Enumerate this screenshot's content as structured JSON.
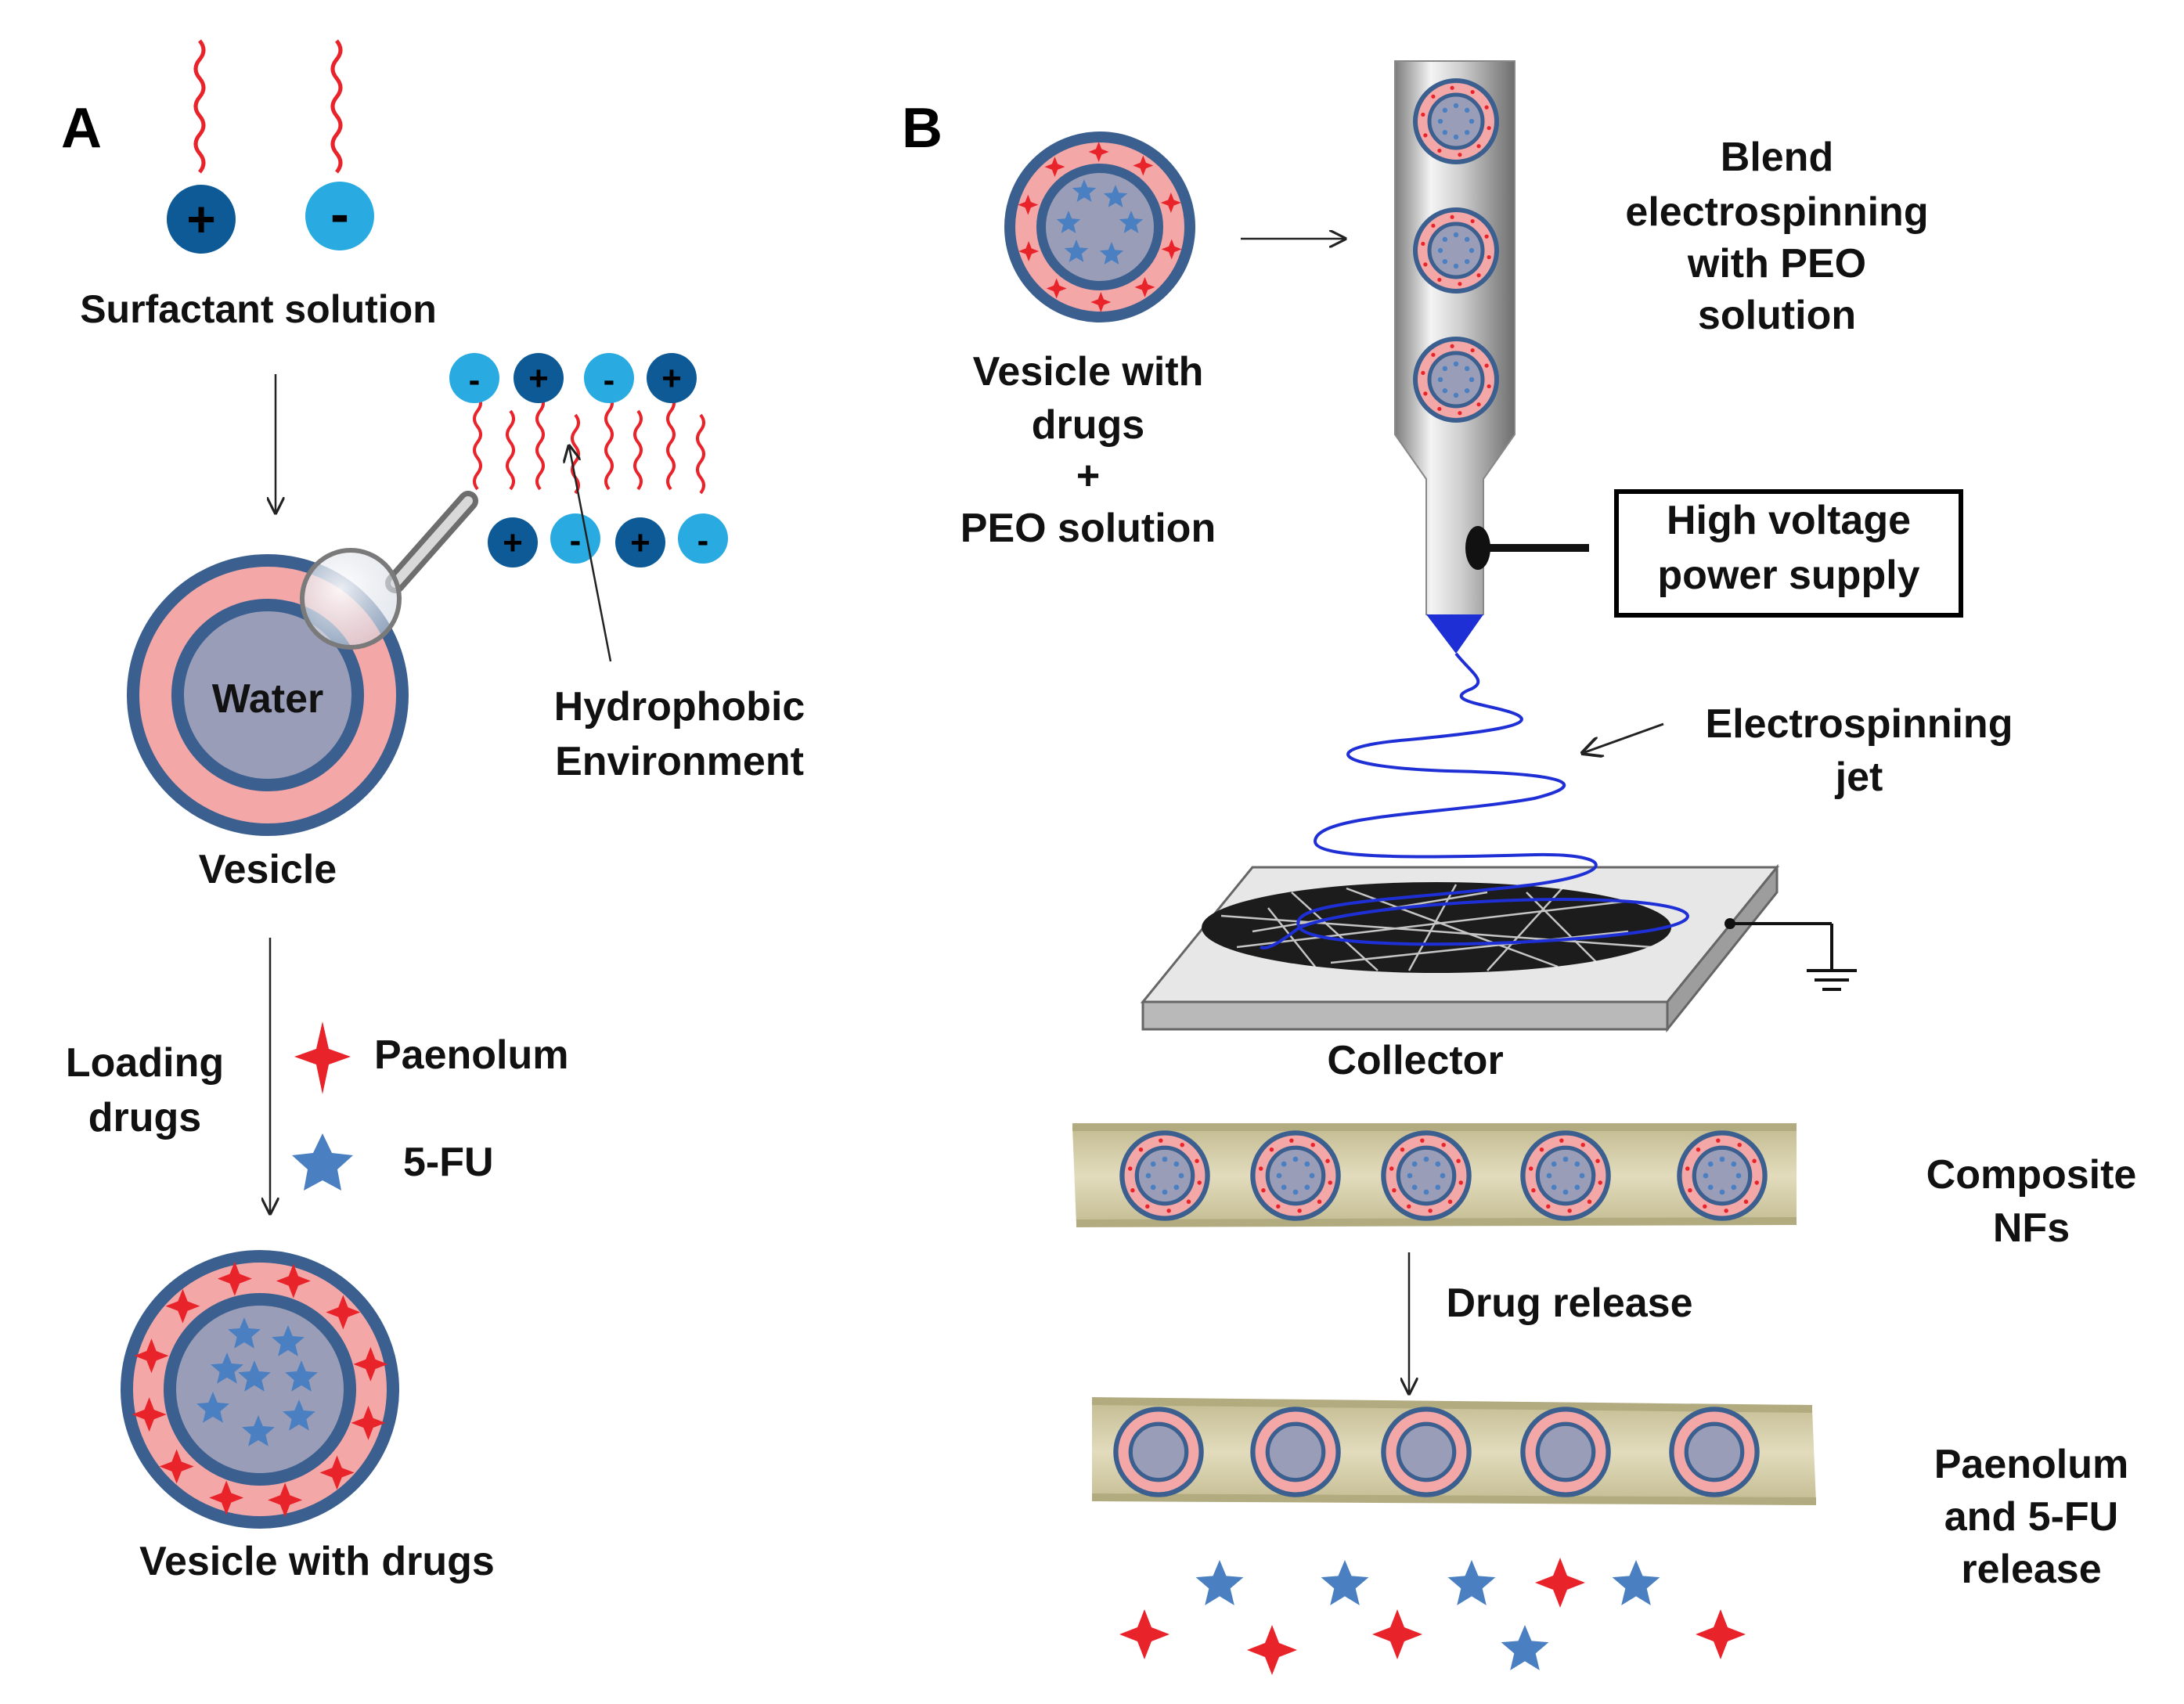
{
  "panel_a": {
    "letter": "A",
    "surfactant_label": "Surfactant solution",
    "water_label": "Water",
    "hydrophobic_line1": "Hydrophobic",
    "hydrophobic_line2": "Environment",
    "vesicle_label": "Vesicle",
    "loading_line1": "Loading",
    "loading_line2": "drugs",
    "legend_paenolum": "Paenolum",
    "legend_5fu": "5-FU",
    "vesicle_drugs_label": "Vesicle with drugs",
    "signs": {
      "plus": "+",
      "minus": "-"
    }
  },
  "panel_b": {
    "letter": "B",
    "vesicle_mix_line1": "Vesicle with",
    "vesicle_mix_line2": "drugs",
    "vesicle_mix_line3": "+",
    "vesicle_mix_line4": "PEO solution",
    "blend_line1": "Blend",
    "blend_line2": "electrospinning",
    "blend_line3": "with PEO",
    "blend_line4": "solution",
    "hv_line1": "High voltage",
    "hv_line2": "power supply",
    "jet_line1": "Electrospinning",
    "jet_line2": "jet",
    "collector_label": "Collector",
    "composite_line1": "Composite",
    "composite_line2": "NFs",
    "drug_release_label": "Drug release",
    "release_line1": "Paenolum",
    "release_line2": "and 5-FU",
    "release_line3": "release"
  },
  "colors": {
    "vesicle_outer": "#3b5f8f",
    "vesicle_pink": "#f4a7a7",
    "vesicle_core": "#9a9db8",
    "positive_head": "#0d5a96",
    "negative_head": "#29abe2",
    "tail": "#e8232a",
    "paenolum": "#e8232a",
    "fu": "#4a7fc1",
    "fiber": "#d6d0ad",
    "jet": "#1f2fd6"
  }
}
